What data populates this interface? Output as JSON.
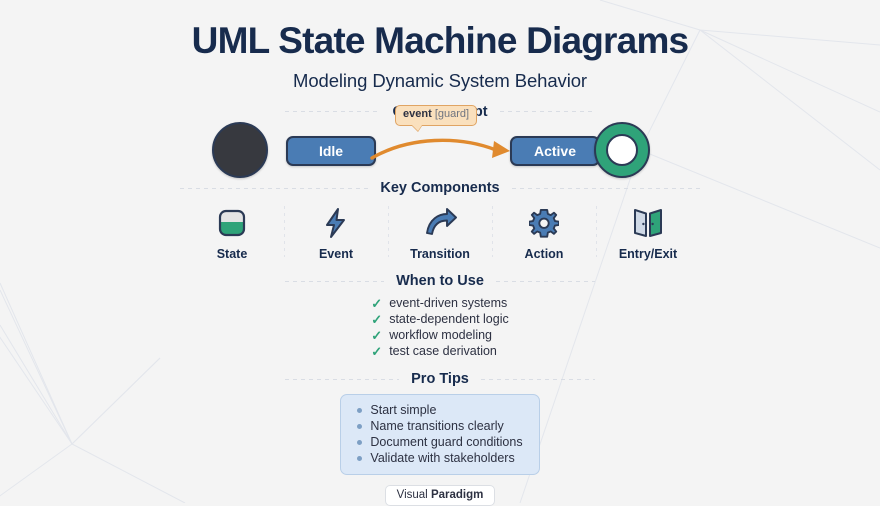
{
  "header": {
    "title": "UML State Machine Diagrams",
    "subtitle": "Modeling Dynamic System Behavior"
  },
  "core_concept": {
    "heading": "Core Concept",
    "initial_state": "initial-state",
    "final_state": "final-state",
    "nodes": [
      {
        "label": "Idle"
      },
      {
        "label": "Active"
      }
    ],
    "transition_label": {
      "event": "event",
      "guard": "[guard]"
    }
  },
  "key_components": {
    "heading": "Key Components",
    "items": [
      {
        "label": "State",
        "icon": "state-square-icon"
      },
      {
        "label": "Event",
        "icon": "lightning-bolt-icon"
      },
      {
        "label": "Transition",
        "icon": "curved-arrow-icon"
      },
      {
        "label": "Action",
        "icon": "gear-icon"
      },
      {
        "label": "Entry/Exit",
        "icon": "double-door-icon"
      }
    ]
  },
  "when_to_use": {
    "heading": "When to Use",
    "items": [
      "event-driven systems",
      "state-dependent logic",
      "workflow modeling",
      "test case derivation"
    ]
  },
  "pro_tips": {
    "heading": "Pro Tips",
    "items": [
      "Start simple",
      "Name transitions clearly",
      "Document guard conditions",
      "Validate with stakeholders"
    ]
  },
  "footer": {
    "brand_light": "Visual",
    "brand_bold": "Paradigm"
  },
  "colors": {
    "background": "#f4f4f4",
    "navy": "#172b4d",
    "node_blue": "#4a7cb4",
    "node_border": "#2b3a55",
    "green": "#2fa379",
    "orange": "#e08a2e",
    "bubble_bg": "#fae0bd",
    "tips_bg": "#dce8f7",
    "dark_circle": "#37393f"
  }
}
